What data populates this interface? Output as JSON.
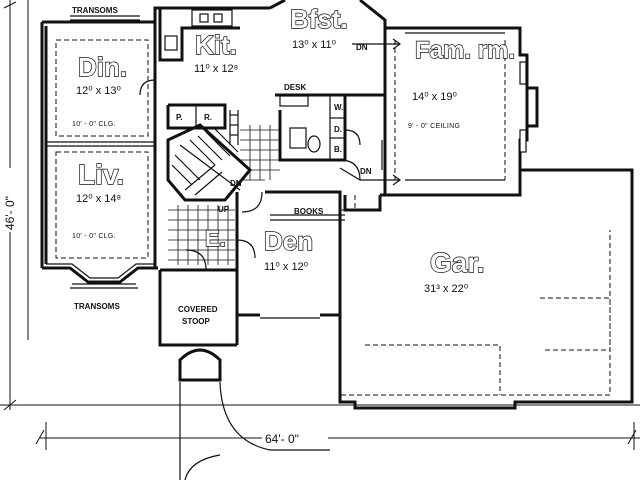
{
  "rooms": {
    "dining": {
      "name": "Din.",
      "size": "12⁰ x 13⁰",
      "ceiling": "10' - 0\" CLG."
    },
    "living": {
      "name": "Liv.",
      "size": "12⁰ x 14⁸",
      "ceiling": "10' - 0\" CLG."
    },
    "kitchen": {
      "name": "Kit.",
      "size": "11⁰ x 12⁸"
    },
    "breakfast": {
      "name": "Bfst.",
      "size": "13⁰ x 11⁰"
    },
    "family": {
      "name": "Fam. rm.",
      "size": "14⁰ x 19⁰",
      "ceiling": "9' - 0\" CEILING"
    },
    "den": {
      "name": "Den",
      "size": "11⁰ x 12⁰"
    },
    "garage": {
      "name": "Gar.",
      "size": "31³ x 22⁰"
    },
    "entry": {
      "name": "E."
    }
  },
  "labels": {
    "transoms_top": "TRANSOMS",
    "transoms_bottom": "TRANSOMS",
    "covered_stoop_line1": "COVERED",
    "covered_stoop_line2": "STOOP",
    "desk": "DESK",
    "books": "BOOKS",
    "dn_breakfast": "DN",
    "dn_stair": "DN",
    "dn_family": "DN",
    "up": "UP",
    "pantry_p": "P.",
    "pantry_r": "R.",
    "washer": "W.",
    "dryer": "D.",
    "bath": "B."
  },
  "dimensions": {
    "depth": "46'- 0\"",
    "width": "64'- 0\""
  }
}
